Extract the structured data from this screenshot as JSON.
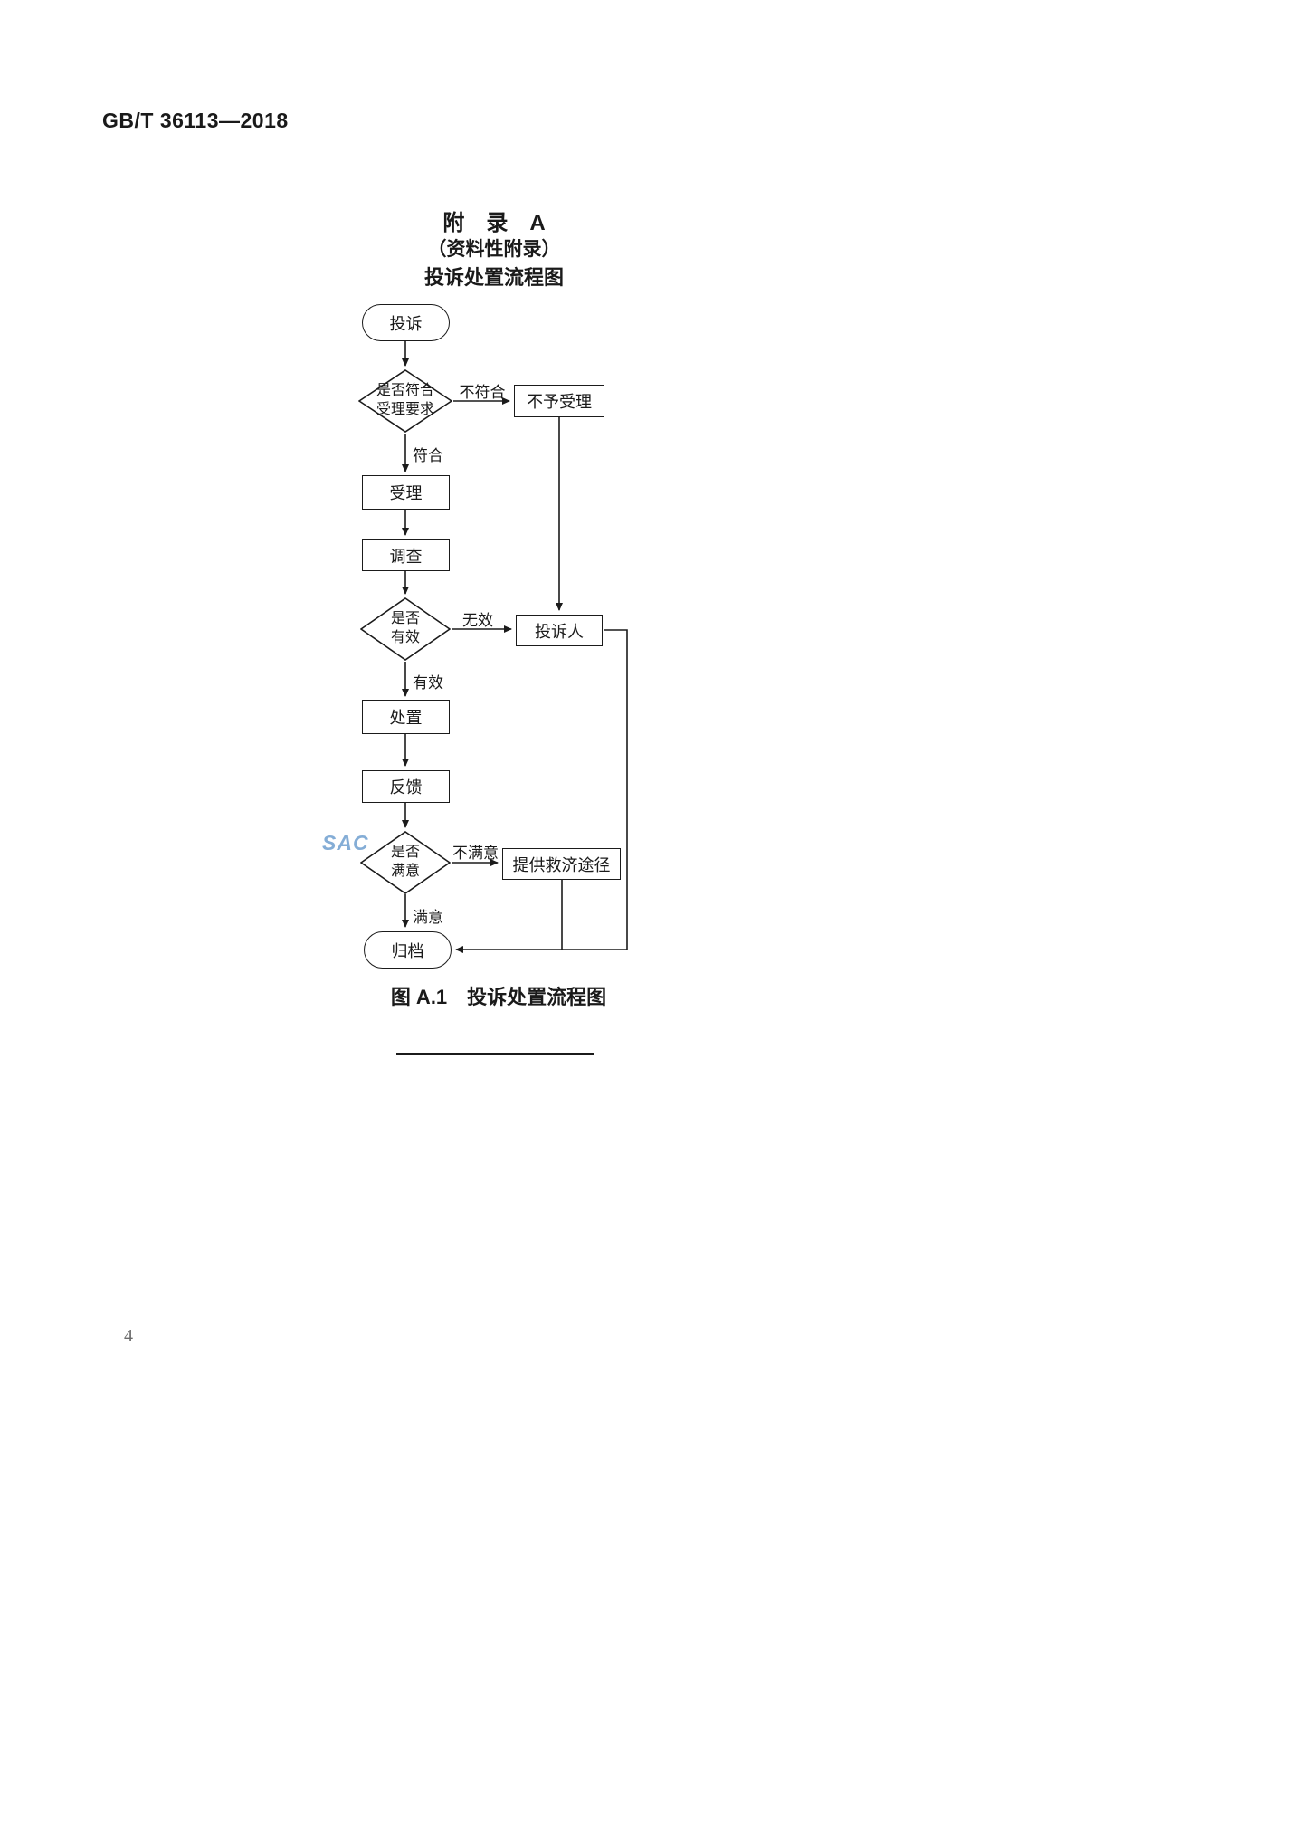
{
  "page": {
    "header": "GB/T 36113—2018",
    "page_number": "4",
    "watermark": "SAC"
  },
  "heading": {
    "appendix_title": "附　录　A",
    "appendix_type": "（资料性附录）",
    "chart_title": "投诉处置流程图"
  },
  "figure": {
    "caption": "图 A.1　投诉处置流程图"
  },
  "flowchart": {
    "nodes": {
      "start": "投诉",
      "check_acceptance": "是否符合\n受理要求",
      "reject": "不予受理",
      "accept": "受理",
      "investigate": "调查",
      "check_valid": "是否\n有效",
      "complainant": "投诉人",
      "handle": "处置",
      "feedback": "反馈",
      "check_satisfied": "是否\n满意",
      "remedy": "提供救济途径",
      "archive": "归档"
    },
    "edge_labels": {
      "not_conform": "不符合",
      "conform": "符合",
      "invalid": "无效",
      "valid": "有效",
      "not_satisfied": "不满意",
      "satisfied": "满意"
    }
  }
}
